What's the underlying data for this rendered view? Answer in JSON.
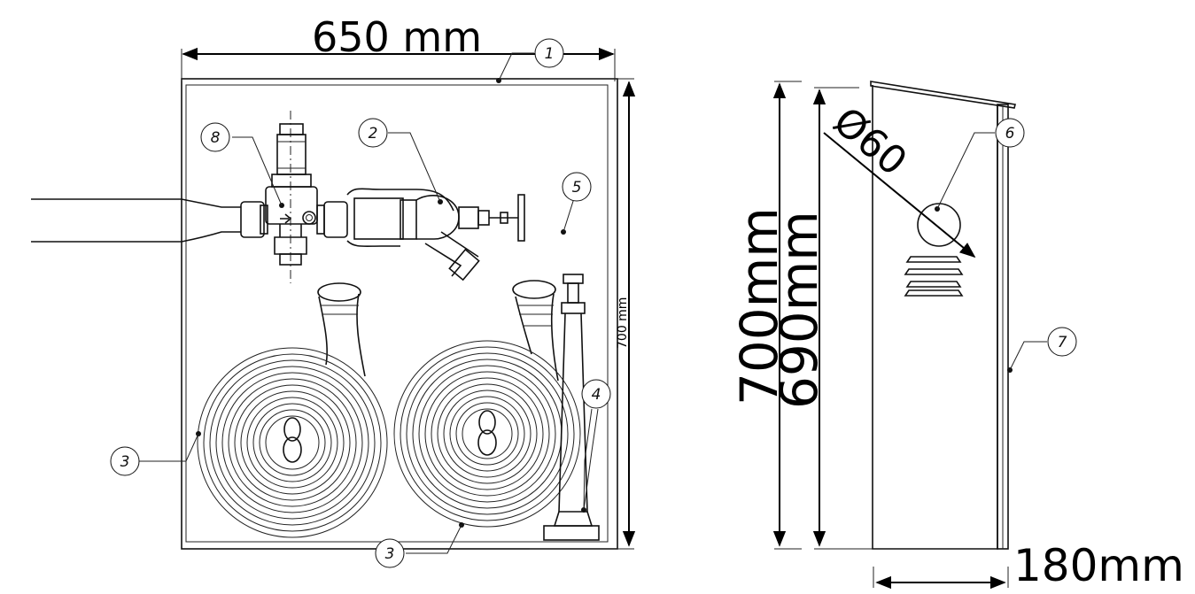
{
  "dimensions": {
    "width_front": "650 mm",
    "height_front": "700 mm",
    "height_side_outer": "700mm",
    "height_side_inner": "690mm",
    "depth_side": "180mm",
    "diameter": "Ø60"
  },
  "callouts": [
    "1",
    "2",
    "3",
    "3",
    "4",
    "5",
    "6",
    "7",
    "8"
  ],
  "colors": {
    "line": "#111111",
    "background": "#ffffff"
  }
}
